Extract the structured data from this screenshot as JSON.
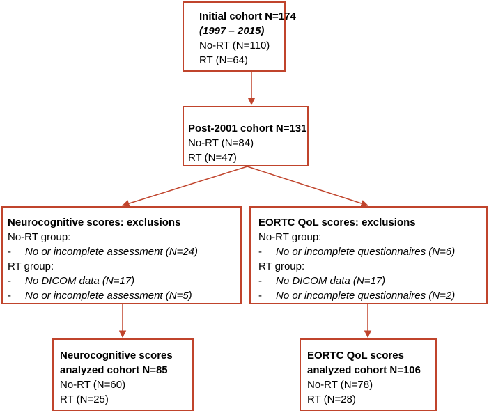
{
  "colors": {
    "accent": "#c0442c"
  },
  "boxes": {
    "initial": {
      "title": "Initial cohort N=174",
      "years": "(1997 – 2015)",
      "no_rt": "No-RT (N=110)",
      "rt": "RT (N=64)"
    },
    "post2001": {
      "title": "Post-2001 cohort N=131",
      "no_rt": "No-RT (N=84)",
      "rt": "RT (N=47)"
    },
    "neuro_exclusions": {
      "title": "Neurocognitive scores: exclusions",
      "no_rt_group": "No-RT group:",
      "no_rt_items": [
        "No or incomplete assessment (N=24)"
      ],
      "rt_group": "RT group:",
      "rt_items": [
        "No DICOM data (N=17)",
        "No or incomplete assessment (N=5)"
      ]
    },
    "qol_exclusions": {
      "title": "EORTC QoL scores: exclusions",
      "no_rt_group": "No-RT group:",
      "no_rt_items": [
        "No or incomplete questionnaires (N=6)"
      ],
      "rt_group": "RT group:",
      "rt_items": [
        "No DICOM data (N=17)",
        "No or incomplete questionnaires (N=2)"
      ]
    },
    "neuro_analyzed": {
      "title_line1": "Neurocognitive scores",
      "title_line2": "analyzed cohort N=85",
      "no_rt": "No-RT (N=60)",
      "rt": "RT (N=25)"
    },
    "qol_analyzed": {
      "title_line1": "EORTC QoL scores",
      "title_line2": "analyzed cohort N=106",
      "no_rt": "No-RT (N=78)",
      "rt": "RT (N=28)"
    }
  },
  "bullet_dash": "-"
}
